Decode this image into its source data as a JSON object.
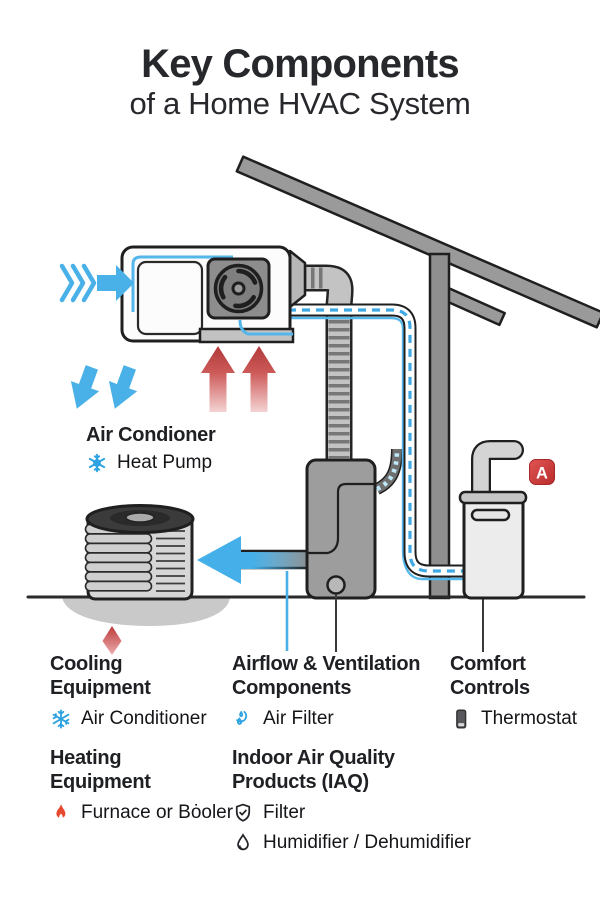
{
  "header": {
    "title": "Key Components",
    "subtitle": "of a Home HVAC System"
  },
  "diagram": {
    "unit_label": {
      "title": "Air Condioner",
      "item": "Heat Pump"
    },
    "marker": "A"
  },
  "legend": {
    "cooling": {
      "line1": "Cooling",
      "line2": "Equipment",
      "item": "Air Conditioner"
    },
    "airflow": {
      "line1": "Airflow & Ventilation",
      "line2": "Components",
      "item": "Air Filter"
    },
    "comfort": {
      "line1": "Comfort",
      "line2": "Controls",
      "item": "Thermostat"
    },
    "heating": {
      "line1": "Heating",
      "line2": "Equipment",
      "item": "Furnace or Bȯoler"
    },
    "iaq": {
      "line1": "Indoor Air Quality",
      "line2": "Products (IAQ)",
      "items": [
        "Filter",
        "Humidifier / Dehumidifier"
      ]
    }
  },
  "colors": {
    "accent_blue": "#45b0e8",
    "accent_red": "#cc3b3b",
    "ink": "#232428"
  }
}
